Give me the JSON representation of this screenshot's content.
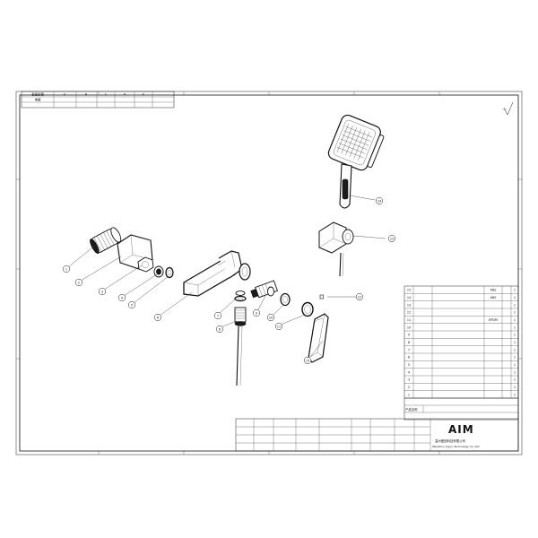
{
  "header_table": {
    "top_row": [
      "表面处理",
      "A",
      "B",
      "C",
      "D",
      "E"
    ],
    "rows": [
      [
        "电镀",
        "",
        "",
        "",
        "",
        ""
      ],
      [
        "",
        "",
        "",
        "",
        "",
        ""
      ]
    ]
  },
  "roughness_note": "",
  "bom": {
    "rows": [
      [
        "15",
        "",
        "",
        "ABS",
        "1"
      ],
      [
        "14",
        "",
        "",
        "ABS",
        "1"
      ],
      [
        "13",
        "",
        "",
        "",
        "1"
      ],
      [
        "12",
        "",
        "",
        "",
        "1"
      ],
      [
        "11",
        "",
        "",
        "EPDM",
        "1"
      ],
      [
        "10",
        "",
        "",
        "",
        "1"
      ],
      [
        "9",
        "",
        "",
        "",
        "1"
      ],
      [
        "8",
        "",
        "",
        "",
        "1"
      ],
      [
        "7",
        "",
        "",
        "",
        "1"
      ],
      [
        "6",
        "",
        "",
        "",
        "1"
      ],
      [
        "5",
        "",
        "",
        "",
        "1"
      ],
      [
        "4",
        "",
        "",
        "",
        "1"
      ],
      [
        "3",
        "",
        "",
        "",
        "1"
      ],
      [
        "2",
        "",
        "",
        "",
        "1"
      ],
      [
        "1",
        "",
        "",
        "",
        "1"
      ]
    ],
    "product_name_label": "产品名称",
    "product_name": "",
    "file_label": "",
    "file_name": ""
  },
  "title_block": {
    "rows": [
      [
        "",
        "",
        "",
        ""
      ],
      [
        "",
        "",
        "",
        ""
      ],
      [
        "",
        "",
        "",
        ""
      ],
      [
        "",
        "",
        "",
        ""
      ]
    ]
  },
  "company": {
    "logo": "AIM",
    "name_cn": "温州爱因科技有限公司",
    "name_en": "Wenzhou Aiyun Technology Co.,Ltd."
  },
  "balloons": [
    "1",
    "2",
    "3",
    "4",
    "5",
    "6",
    "7",
    "8",
    "9",
    "10",
    "11",
    "12",
    "13",
    "14",
    "15"
  ]
}
